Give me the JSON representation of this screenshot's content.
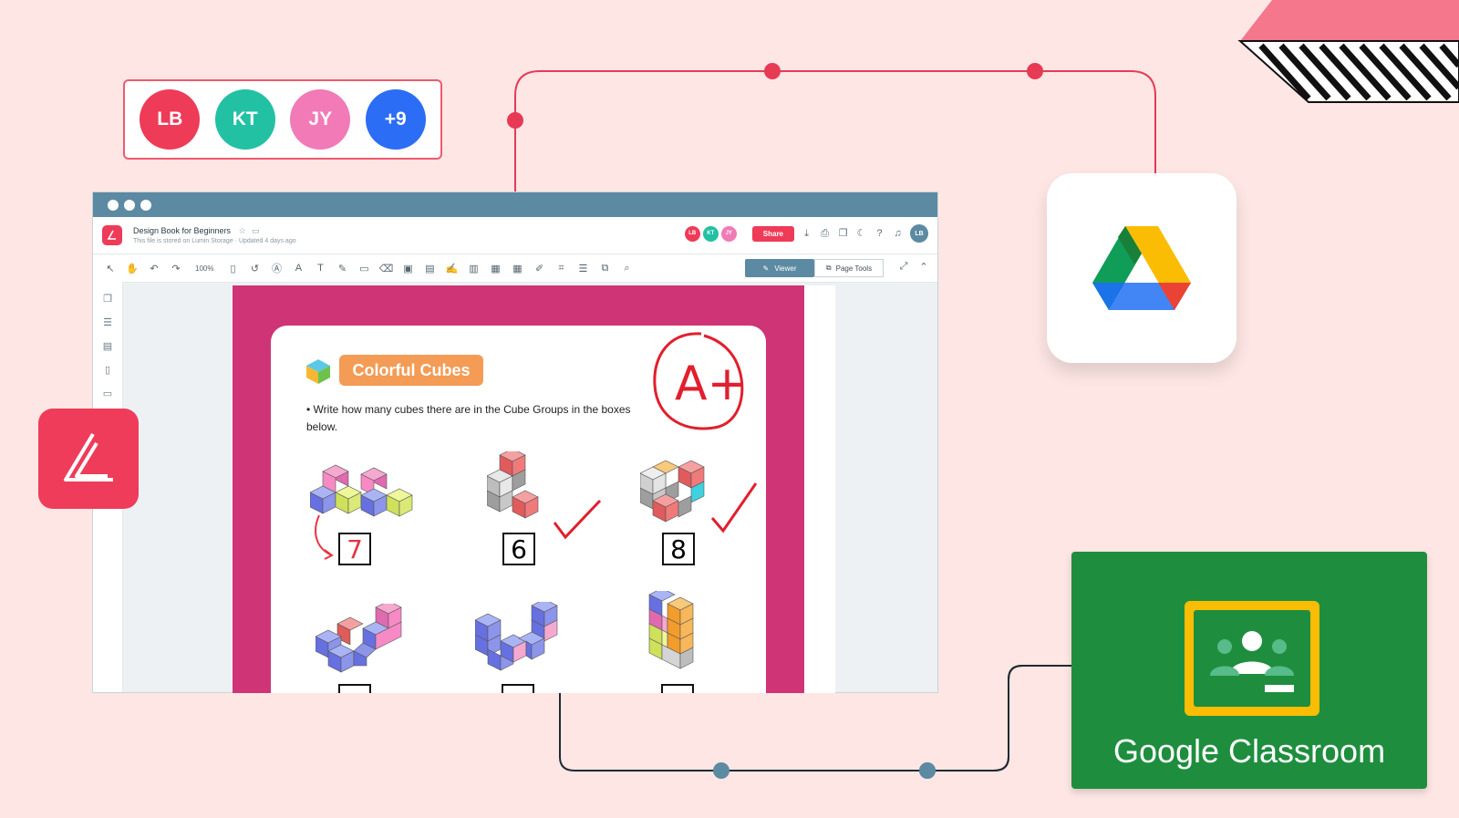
{
  "collaborators": [
    {
      "initials": "LB",
      "color": "#ee3b58"
    },
    {
      "initials": "KT",
      "color": "#22c1a3"
    },
    {
      "initials": "JY",
      "color": "#f17ab7"
    },
    {
      "initials": "+9",
      "color": "#2c6df5"
    }
  ],
  "document": {
    "title": "Design Book for Beginners",
    "subtitle": "This file is stored on Lumin Storage · Updated 4 days ago",
    "share_label": "Share",
    "user_initials": "LB",
    "zoom": "100%",
    "viewer_label": "Viewer",
    "page_tools_label": "Page Tools",
    "header_avatars": [
      {
        "initials": "LB",
        "color": "#ee3b58"
      },
      {
        "initials": "KT",
        "color": "#22c1a3"
      },
      {
        "initials": "JY",
        "color": "#f17ab7"
      }
    ]
  },
  "worksheet": {
    "title": "Colorful Cubes",
    "instruction": "Write how many cubes there are in the Cube Groups in the boxes below.",
    "grade": "A+",
    "answers": [
      "7",
      "6",
      "8"
    ]
  },
  "integrations": {
    "classroom_label": "Google Classroom"
  },
  "colors": {
    "brand": "#ee3b58",
    "background": "#fde6e4",
    "window_bar": "#5c8aa2",
    "page_magenta": "#cf3476",
    "classroom_green": "#1e8e3e"
  }
}
